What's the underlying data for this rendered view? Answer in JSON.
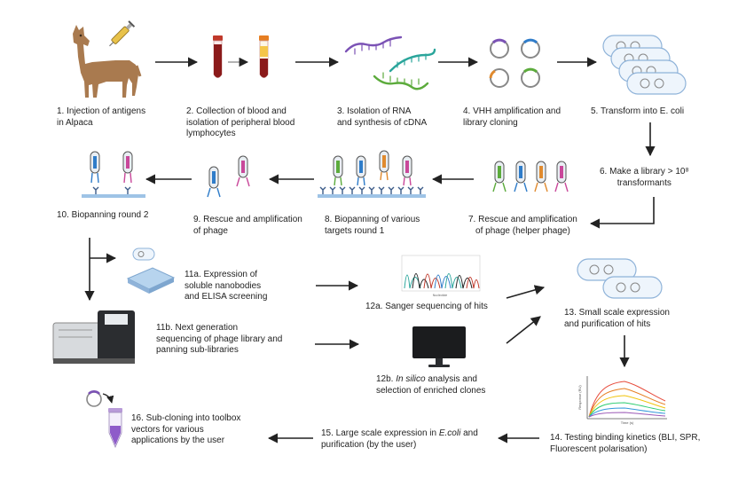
{
  "steps": {
    "s1": "1. Injection of antigens\n    in Alpaca",
    "s2": "2. Collection of blood and\nisolation of peripheral blood\nlymphocytes",
    "s3": "3. Isolation of RNA\nand synthesis of cDNA",
    "s4": "4. VHH amplification and\nlibrary cloning",
    "s5": "5. Transform into E. coli",
    "s6": "6. Make a library > 10⁸\ntransformants",
    "s7": "7. Rescue and amplification\nof phage (helper phage)",
    "s8": "8. Biopanning of various\ntargets round 1",
    "s9": "9. Rescue and amplification\nof phage",
    "s10": "10. Biopanning round 2",
    "s11a": "11a. Expression of\nsoluble nanobodies\nand ELISA screening",
    "s11b": "11b. Next generation\nsequencing of phage library and\npanning sub-libraries",
    "s12a": "12a. Sanger sequencing of hits",
    "s12b_em": "In silico",
    "s12b_pre": "12b. ",
    "s12b_post": " analysis and\nselection of enriched clones",
    "s13": "13. Small scale expression\nand purification of hits",
    "s14": "14. Testing binding kinetics (BLI, SPR,\nFluorescent polarisation)",
    "s15_pre": "15. Large scale expression in ",
    "s15_em": "E.coli",
    "s15_post": " and\npurification (by the user)",
    "s16": "16. Sub-cloning into toolbox\nvectors for various\napplications by the user"
  },
  "graph_labels": {
    "binding_ylabel": "Response (RU)",
    "binding_xlabel": "Time (s)",
    "sanger_xlabel": "Nucleotide"
  },
  "colors": {
    "arrow": "#222222",
    "alpaca": "#a97a4f",
    "blood": "#8b1a1a",
    "plate_blue": "#9ec3e6",
    "purple": "#7b52b5",
    "teal": "#2aa59b",
    "green": "#5cab3c",
    "orange": "#e08a2e",
    "pink": "#c9489a"
  }
}
